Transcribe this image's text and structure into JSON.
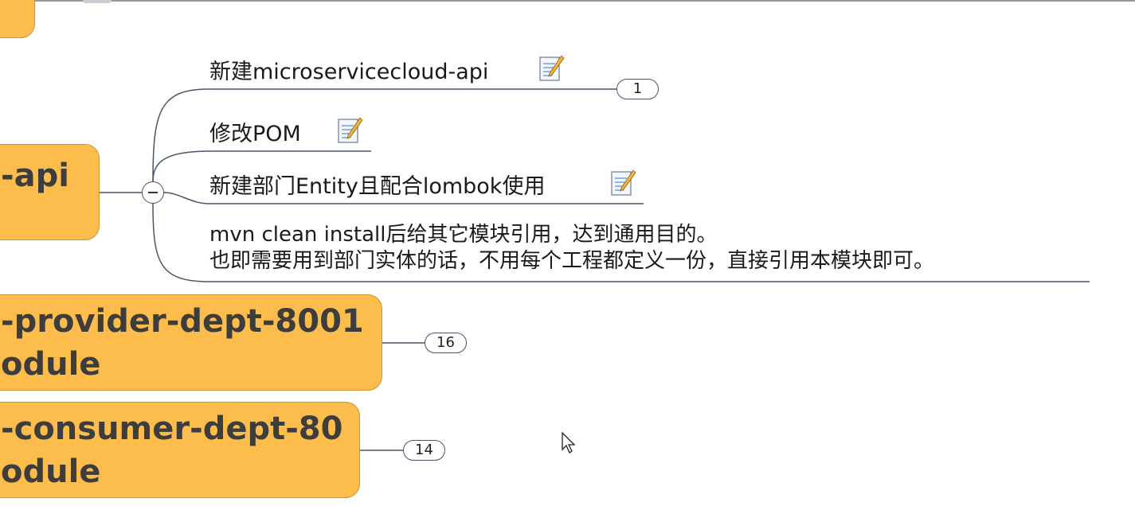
{
  "mindmap": {
    "central_topics": {
      "api": {
        "line1": "-api"
      },
      "provider": {
        "line1": "-provider-dept-8001",
        "line2": "odule"
      },
      "consumer": {
        "line1": "-consumer-dept-80",
        "line2": "odule"
      }
    },
    "api_children": [
      {
        "label": "新建microservicecloud-api",
        "has_note": true,
        "badge": "1"
      },
      {
        "label": "修改POM",
        "has_note": true
      },
      {
        "label": "新建部门Entity且配合lombok使用",
        "has_note": true
      },
      {
        "line1": "mvn clean install后给其它模块引用，达到通用目的。",
        "line2": "也即需要用到部门实体的话，不用每个工程都定义一份，直接引用本模块即可。"
      }
    ],
    "provider_badge": "16",
    "consumer_badge": "14"
  },
  "colors": {
    "node_fill": "#fdbd4d",
    "node_border": "#c9962f",
    "connector": "#4a5568"
  },
  "icons": [
    "note-icon",
    "collapse-icon",
    "mouse-cursor-icon"
  ]
}
